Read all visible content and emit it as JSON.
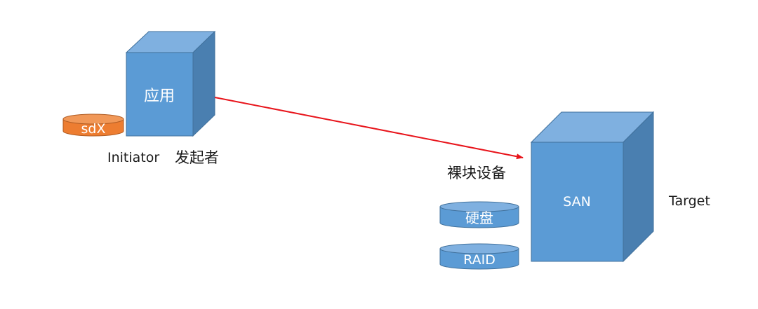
{
  "initiator": {
    "box_label": "应用",
    "disk_label": "sdX",
    "caption_en": "Initiator",
    "caption_zh": "发起者"
  },
  "target": {
    "box_label": "SAN",
    "caption": "Target",
    "devices_title": "裸块设备",
    "devices": [
      "硬盘",
      "RAID"
    ]
  },
  "colors": {
    "cube_front": "#5b9bd5",
    "cube_top": "#7fb0e0",
    "cube_side": "#4a7fb0",
    "cube_edge": "#41719c",
    "disk_orange": "#ed7d31",
    "disk_orange_edge": "#ae5a21",
    "arrow": "#e8141b"
  }
}
